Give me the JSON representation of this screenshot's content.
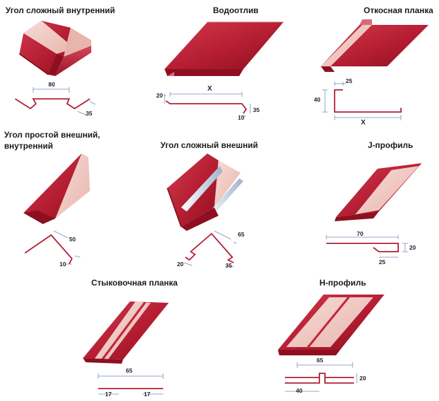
{
  "colors": {
    "metal_dark": "#9c1424",
    "metal": "#c3263a",
    "metal_light": "#d86a78",
    "inner_face": "#f2cfc8",
    "sketch_line": "#b21e34",
    "dim_line": "#6f8fb3"
  },
  "profiles": [
    {
      "title": "Угол сложный внутренний",
      "dims": [
        "80",
        "35"
      ]
    },
    {
      "title": "Водоотлив",
      "dims": [
        "X",
        "20",
        "10",
        "35"
      ]
    },
    {
      "title": "Откосная планка",
      "dims": [
        "25",
        "40",
        "X"
      ]
    },
    {
      "title_line1": "Угол простой внешний,",
      "title_line2": "внутренний",
      "dims": [
        "50",
        "10"
      ]
    },
    {
      "title": "Угол сложный внешний",
      "dims": [
        "65",
        "20",
        "35"
      ]
    },
    {
      "title": "J-профиль",
      "dims": [
        "70",
        "20",
        "25"
      ]
    },
    {
      "title": "Стыковочная планка",
      "dims": [
        "65",
        "17",
        "17"
      ]
    },
    {
      "title": "H-профиль",
      "dims": [
        "65",
        "20",
        "40"
      ]
    }
  ]
}
